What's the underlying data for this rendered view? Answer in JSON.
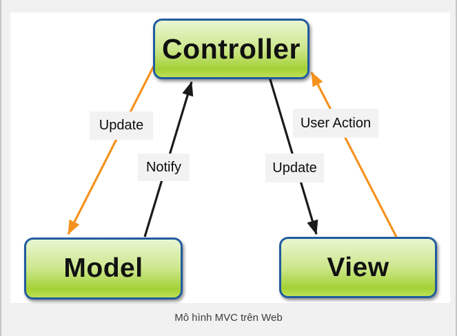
{
  "caption": {
    "text": "Mô hình MVC trên Web"
  },
  "diagram": {
    "nodes": [
      {
        "id": "controller",
        "label": "Controller"
      },
      {
        "id": "model",
        "label": "Model"
      },
      {
        "id": "view",
        "label": "View"
      }
    ],
    "edges": [
      {
        "id": "update-left",
        "label": "Update",
        "from": "controller",
        "to": "model",
        "color": "#f5921e"
      },
      {
        "id": "notify",
        "label": "Notify",
        "from": "model",
        "to": "controller",
        "color": "#1a1a1a"
      },
      {
        "id": "update-right",
        "label": "Update",
        "from": "controller",
        "to": "view",
        "color": "#1a1a1a"
      },
      {
        "id": "user-action",
        "label": "User Action",
        "from": "view",
        "to": "controller",
        "color": "#f5921e"
      }
    ]
  },
  "colors": {
    "orange": "#f5921e",
    "black": "#1a1a1a",
    "node_border": "#205b9e",
    "node_gradient_top": "#e9f6d2",
    "node_gradient_bottom": "#a4d136",
    "label_bg": "#f2f2f2",
    "page_bg": "#f1f1f1",
    "canvas_bg": "#ffffff",
    "caption_color": "#3c3c3c"
  }
}
